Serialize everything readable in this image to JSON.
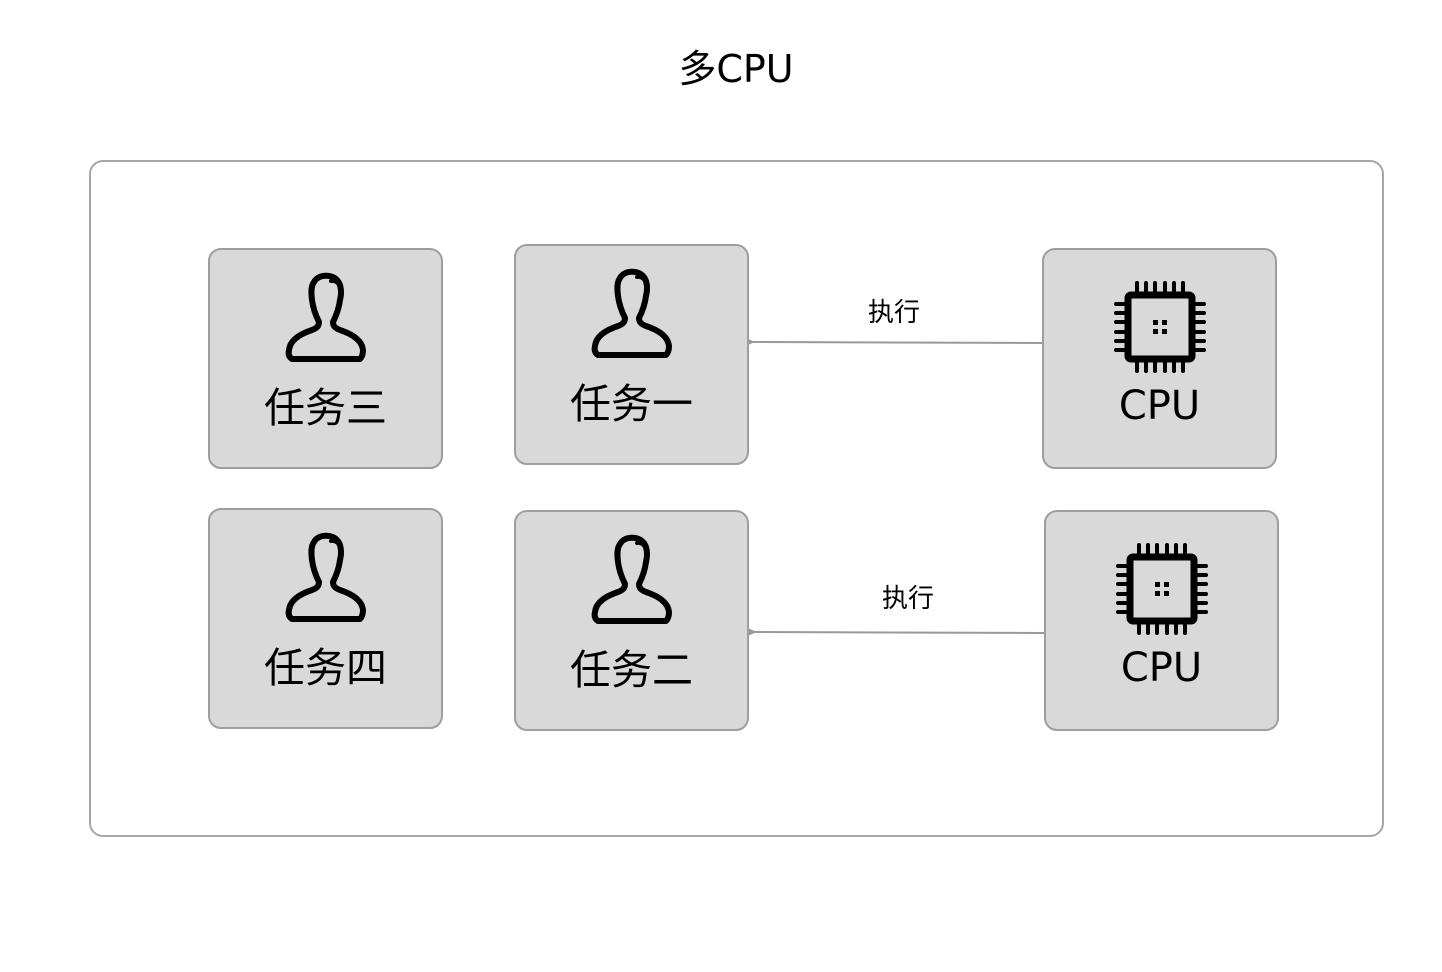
{
  "diagram": {
    "title": "多CPU",
    "tasks": [
      {
        "id": "task1",
        "label": "任务一",
        "icon": "person-icon"
      },
      {
        "id": "task2",
        "label": "任务二",
        "icon": "person-icon"
      },
      {
        "id": "task3",
        "label": "任务三",
        "icon": "person-icon"
      },
      {
        "id": "task4",
        "label": "任务四",
        "icon": "person-icon"
      }
    ],
    "cpus": [
      {
        "id": "cpu1",
        "label": "CPU",
        "icon": "cpu-chip-icon"
      },
      {
        "id": "cpu2",
        "label": "CPU",
        "icon": "cpu-chip-icon"
      }
    ],
    "edges": [
      {
        "from": "cpu1",
        "to": "task1",
        "label": "执行"
      },
      {
        "from": "cpu2",
        "to": "task2",
        "label": "执行"
      }
    ],
    "colors": {
      "node_fill": "#d9d9d9",
      "node_border": "#9e9e9e",
      "frame_border": "#a6a6a6",
      "edge": "#999999",
      "icon": "#000000"
    }
  }
}
